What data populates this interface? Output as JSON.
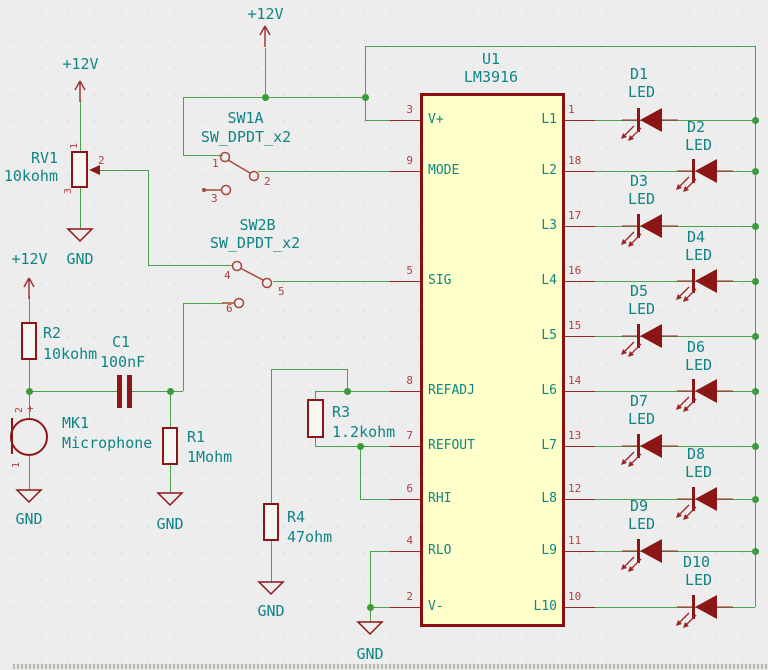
{
  "colors": {
    "wire_green": "#4aa34a",
    "component_red": "#8c1616",
    "pin_red": "#b04040",
    "label_teal": "#0f8585",
    "ic_fill": "#ffffc9",
    "background": "#ededed"
  },
  "power": {
    "v12": "+12V",
    "gnd": "GND"
  },
  "pot": {
    "ref": "RV1",
    "value": "10kohm",
    "pin1": "1",
    "pin2": "2",
    "pin3": "3"
  },
  "resistors": {
    "r1": {
      "ref": "R1",
      "value": "1Mohm"
    },
    "r2": {
      "ref": "R2",
      "value": "10kohm"
    },
    "r3": {
      "ref": "R3",
      "value": "1.2kohm"
    },
    "r4": {
      "ref": "R4",
      "value": "47ohm"
    }
  },
  "capacitor": {
    "ref": "C1",
    "value": "100nF"
  },
  "mic": {
    "ref": "MK1",
    "value": "Microphone",
    "pin_top": "2",
    "pin_bottom": "1",
    "plus": "+"
  },
  "switches": {
    "sw1": {
      "ref": "SW1A",
      "value": "SW_DPDT_x2",
      "p1": "1",
      "p2": "2",
      "p3": "3"
    },
    "sw2": {
      "ref": "SW2B",
      "value": "SW_DPDT_x2",
      "p4": "4",
      "p5": "5",
      "p6": "6"
    }
  },
  "ic": {
    "ref": "U1",
    "value": "LM3916",
    "left_pins": [
      {
        "num": "3",
        "name": "V+"
      },
      {
        "num": "9",
        "name": "MODE"
      },
      {
        "num": "5",
        "name": "SIG"
      },
      {
        "num": "8",
        "name": "REFADJ"
      },
      {
        "num": "7",
        "name": "REFOUT"
      },
      {
        "num": "6",
        "name": "RHI"
      },
      {
        "num": "4",
        "name": "RLO"
      },
      {
        "num": "2",
        "name": "V-"
      }
    ],
    "right_pins": [
      {
        "num": "1",
        "name": "L1"
      },
      {
        "num": "18",
        "name": "L2"
      },
      {
        "num": "17",
        "name": "L3"
      },
      {
        "num": "16",
        "name": "L4"
      },
      {
        "num": "15",
        "name": "L5"
      },
      {
        "num": "14",
        "name": "L6"
      },
      {
        "num": "13",
        "name": "L7"
      },
      {
        "num": "12",
        "name": "L8"
      },
      {
        "num": "11",
        "name": "L9"
      },
      {
        "num": "10",
        "name": "L10"
      }
    ]
  },
  "leds": [
    {
      "ref": "D1",
      "value": "LED"
    },
    {
      "ref": "D2",
      "value": "LED"
    },
    {
      "ref": "D3",
      "value": "LED"
    },
    {
      "ref": "D4",
      "value": "LED"
    },
    {
      "ref": "D5",
      "value": "LED"
    },
    {
      "ref": "D6",
      "value": "LED"
    },
    {
      "ref": "D7",
      "value": "LED"
    },
    {
      "ref": "D8",
      "value": "LED"
    },
    {
      "ref": "D9",
      "value": "LED"
    },
    {
      "ref": "D10",
      "value": "LED"
    }
  ]
}
